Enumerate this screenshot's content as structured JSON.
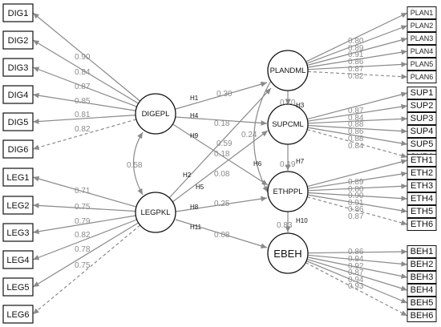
{
  "indicators_left_dig": [
    {
      "label": "DIG1",
      "loading": "0.90"
    },
    {
      "label": "DIG2",
      "loading": "0.84"
    },
    {
      "label": "DIG3",
      "loading": "0.87"
    },
    {
      "label": "DIG4",
      "loading": "0.85"
    },
    {
      "label": "DIG5",
      "loading": "0.81"
    },
    {
      "label": "DIG6",
      "loading": "0.82"
    }
  ],
  "indicators_left_leg": [
    {
      "label": "LEG1",
      "loading": "0.71"
    },
    {
      "label": "LEG2",
      "loading": "0.75"
    },
    {
      "label": "LEG3",
      "loading": "0.79"
    },
    {
      "label": "LEG4",
      "loading": "0.82"
    },
    {
      "label": "LEG5",
      "loading": "0.78"
    },
    {
      "label": "LEG6",
      "loading": "0.75"
    }
  ],
  "indicators_plan": [
    {
      "label": "PLAN1",
      "loading": "0.80"
    },
    {
      "label": "PLAN2",
      "loading": "0.89"
    },
    {
      "label": "PLAN3",
      "loading": "0.91"
    },
    {
      "label": "PLAN4",
      "loading": "0.86"
    },
    {
      "label": "PLAN5",
      "loading": "0.87"
    },
    {
      "label": "PLAN6",
      "loading": "0.82"
    }
  ],
  "indicators_sup": [
    {
      "label": "SUP1",
      "loading": "0.87"
    },
    {
      "label": "SUP2",
      "loading": "0.84"
    },
    {
      "label": "SUP3",
      "loading": "0.88"
    },
    {
      "label": "SUP4",
      "loading": "0.86"
    },
    {
      "label": "SUP5",
      "loading": "0.88"
    },
    {
      "label": "SUP6",
      "loading": "0.84"
    }
  ],
  "indicators_eth": [
    {
      "label": "ETH1",
      "loading": "0.89"
    },
    {
      "label": "ETH2",
      "loading": "0.80"
    },
    {
      "label": "ETH3",
      "loading": "0.90"
    },
    {
      "label": "ETH4",
      "loading": "0.91"
    },
    {
      "label": "ETH5",
      "loading": "0.86"
    },
    {
      "label": "ETH6",
      "loading": "0.87"
    }
  ],
  "indicators_beh": [
    {
      "label": "BEH1",
      "loading": "0.86"
    },
    {
      "label": "BEH2",
      "loading": "0.94"
    },
    {
      "label": "BEH3",
      "loading": "0.92"
    },
    {
      "label": "BEH4",
      "loading": "0.87"
    },
    {
      "label": "BEH5",
      "loading": "0.94"
    },
    {
      "label": "BEH6",
      "loading": "0.93"
    }
  ],
  "latents": {
    "digepl": "DIGEPL",
    "legpkl": "LEGPKL",
    "plandml": "PLANDML",
    "supcml": "SUPCML",
    "ethppl": "ETHPPL",
    "ebeh": "EBEH"
  },
  "covariance": "0.58",
  "paths": {
    "h1": {
      "label": "H1",
      "coef": "0.30"
    },
    "h2": {
      "label": "H2",
      "coef": "0.59"
    },
    "h3": {
      "label": "H3",
      "coef": "0.70"
    },
    "h4": {
      "label": "H4",
      "coef": "0.18"
    },
    "h5": {
      "label": "H5",
      "coef": "0.08"
    },
    "h6": {
      "label": "H6",
      "coef": "0.24"
    },
    "h7": {
      "label": "H7",
      "coef": "0.19"
    },
    "h8": {
      "label": "H8",
      "coef": "0.25"
    },
    "h9": {
      "label": "H9",
      "coef": "0.18"
    },
    "h10": {
      "label": "H10",
      "coef": "0.83"
    },
    "h11": {
      "label": "H11",
      "coef": "0.08"
    }
  },
  "colors": {
    "arrow": "#8a8a8a",
    "outline": "#111111"
  }
}
